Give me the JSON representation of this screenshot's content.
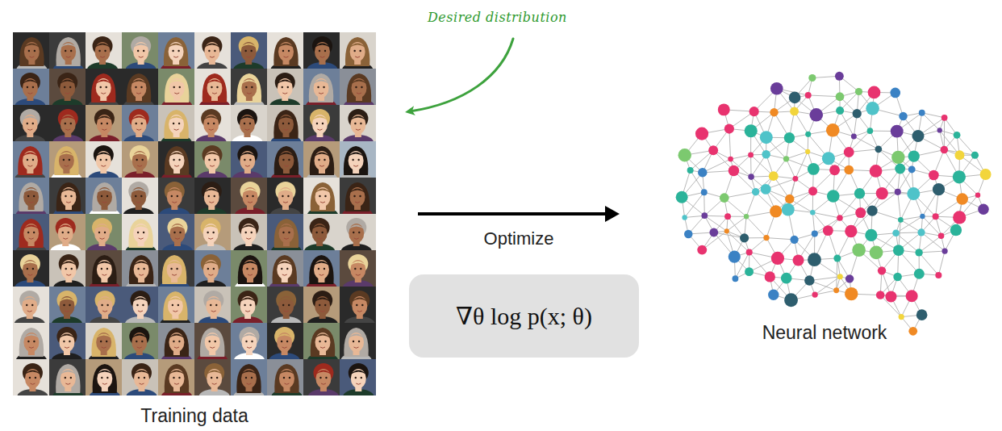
{
  "diagram": {
    "nodes": [
      {
        "text": [
          "Training data"
        ]
      },
      {
        "text": [
          "∇θ log p(x; θ)"
        ]
      },
      {
        "text": [
          "Neural network"
        ]
      }
    ],
    "edges": [
      {
        "from": 0,
        "to": 2,
        "arrow": "to",
        "label": "Optimize"
      }
    ],
    "labels": [
      "Desired distribution"
    ]
  }
}
